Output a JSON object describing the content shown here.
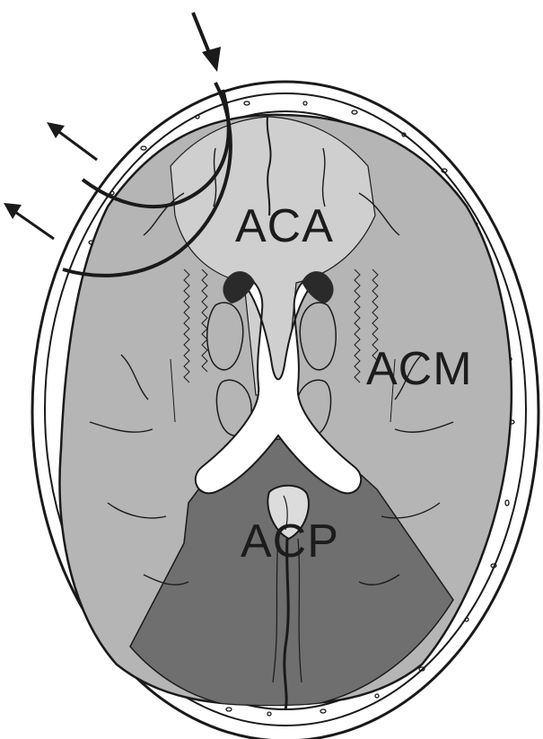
{
  "labels": {
    "aca": "ACA",
    "acm": "ACM",
    "acp": "ACP"
  },
  "colors": {
    "line": "#1a1a1a",
    "aca_territory": "#cfcfcf",
    "acm_territory": "#b5b5b5",
    "acp_territory": "#6f6f6f",
    "ventricle": "#ffffff",
    "background": "#ffffff"
  },
  "icons": {
    "incoming_arrow": "arrow-down-icon",
    "outgoing_arrows": "arrow-up-left-icon"
  }
}
